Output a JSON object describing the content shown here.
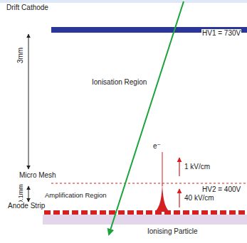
{
  "diagram": {
    "labels": [
      "Drift Cathode",
      "HV1 = 730V",
      "3mm",
      "Ionisation Region",
      "e⁻",
      "1 kV/cm",
      "Micro Mesh",
      "HV2 = 400V",
      "0.1mm",
      "Amplification Region",
      "40 kV/cm",
      "Anode Strip",
      "Ionising Particle"
    ]
  }
}
